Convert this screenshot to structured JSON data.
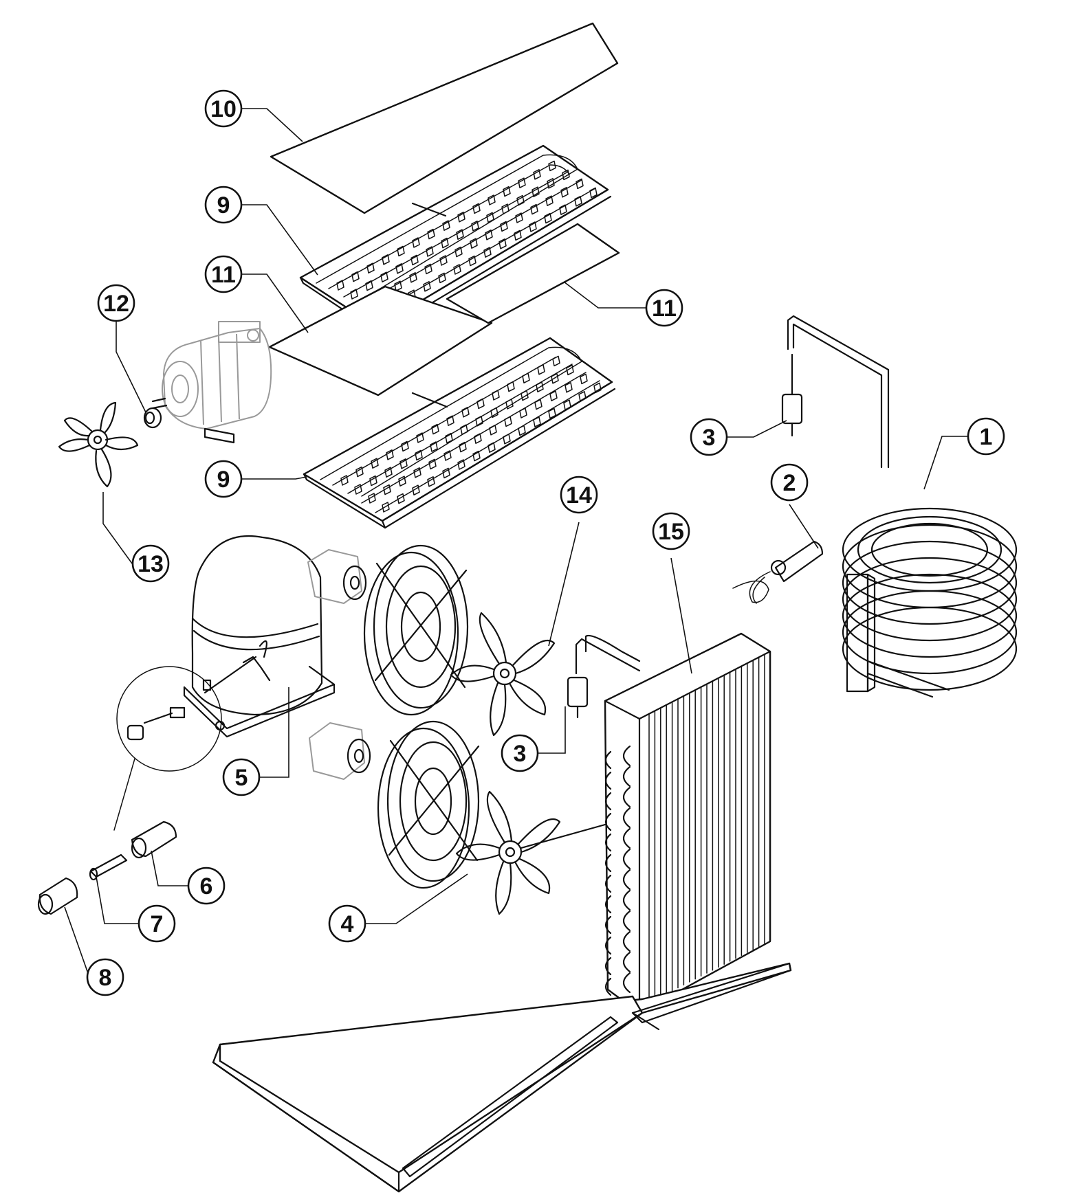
{
  "callouts": [
    {
      "id": "1",
      "label": "1"
    },
    {
      "id": "2",
      "label": "2"
    },
    {
      "id": "3a",
      "label": "3"
    },
    {
      "id": "3b",
      "label": "3"
    },
    {
      "id": "4",
      "label": "4"
    },
    {
      "id": "5",
      "label": "5"
    },
    {
      "id": "6",
      "label": "6"
    },
    {
      "id": "7",
      "label": "7"
    },
    {
      "id": "8",
      "label": "8"
    },
    {
      "id": "9a",
      "label": "9"
    },
    {
      "id": "9b",
      "label": "9"
    },
    {
      "id": "10",
      "label": "10"
    },
    {
      "id": "11a",
      "label": "11"
    },
    {
      "id": "11b",
      "label": "11"
    },
    {
      "id": "12",
      "label": "12"
    },
    {
      "id": "13",
      "label": "13"
    },
    {
      "id": "14",
      "label": "14"
    },
    {
      "id": "15",
      "label": "15"
    }
  ]
}
